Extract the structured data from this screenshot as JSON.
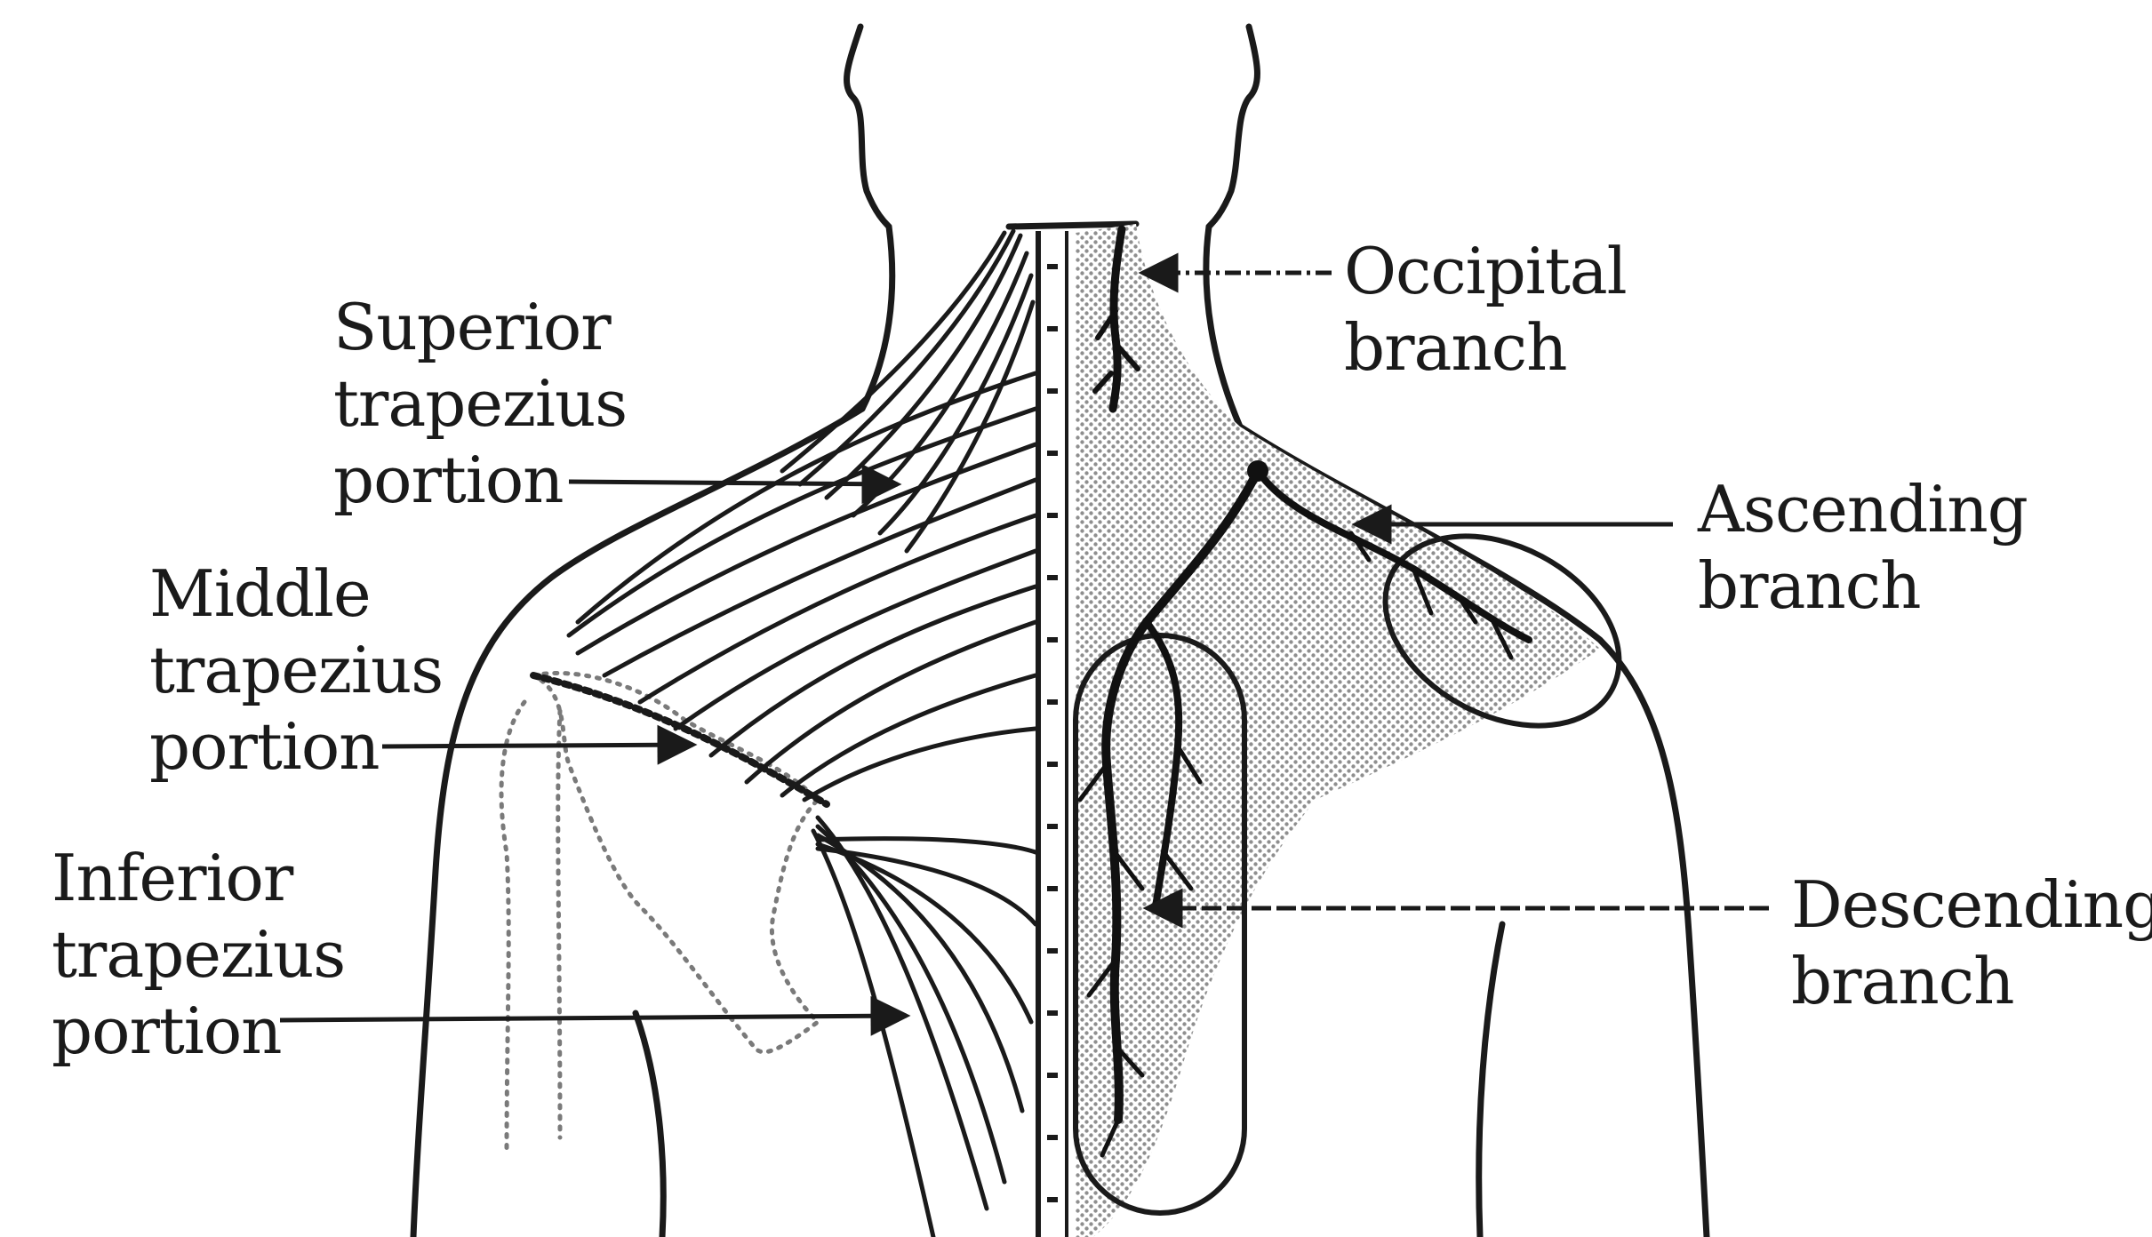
{
  "figure": {
    "colors": {
      "ink": "#1a1a1a",
      "stipple": "#b9b9b9",
      "nerve": "#111111",
      "background": "#ffffff"
    },
    "labels": {
      "occipital": {
        "line1": "Occipital",
        "line2": "branch"
      },
      "superior": {
        "line1": "Superior",
        "line2": "trapezius",
        "line3": "portion"
      },
      "ascending": {
        "line1": "Ascending",
        "line2": "branch"
      },
      "middle": {
        "line1": "Middle",
        "line2": "trapezius",
        "line3": "portion"
      },
      "descending": {
        "line1": "Descending",
        "line2": "branch"
      },
      "inferior": {
        "line1": "Inferior",
        "line2": "trapezius",
        "line3": "portion"
      }
    }
  }
}
